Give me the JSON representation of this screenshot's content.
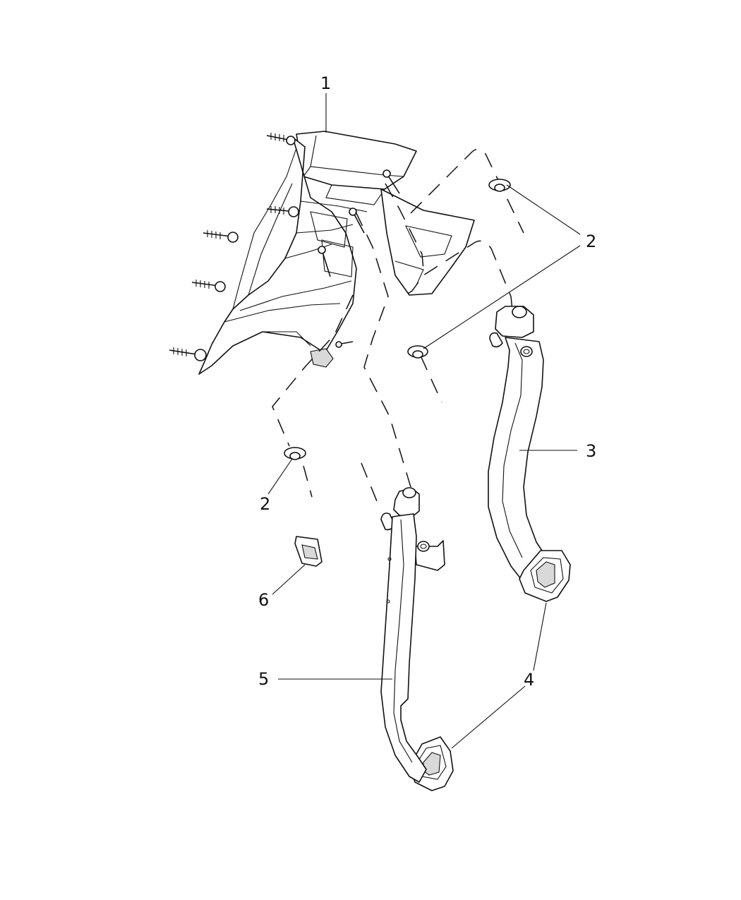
{
  "callouts": {
    "c1": "1",
    "c2a": "2",
    "c2b": "2",
    "c3": "3",
    "c4": "4",
    "c5": "5",
    "c6": "6"
  }
}
